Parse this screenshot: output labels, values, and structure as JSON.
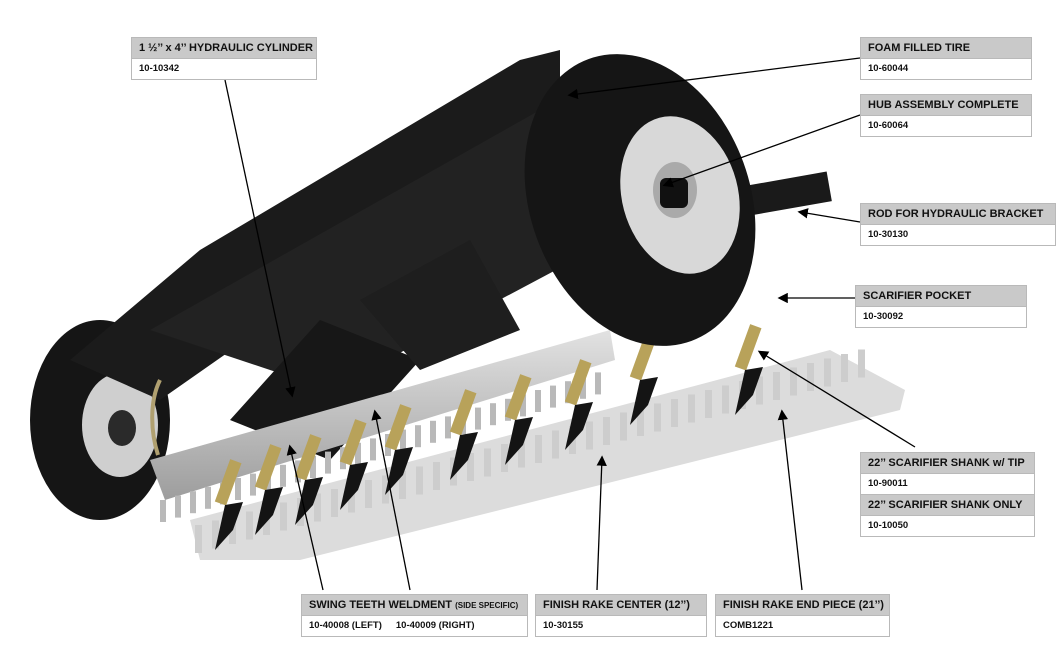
{
  "labels": {
    "cylinder": {
      "title": "1 ½’’ x 4’’ HYDRAULIC CYLINDER",
      "part": "10-10342"
    },
    "tire": {
      "title": "FOAM FILLED TIRE",
      "part": "10-60044"
    },
    "hub": {
      "title": "HUB ASSEMBLY COMPLETE",
      "part": "10-60064"
    },
    "rod": {
      "title": "ROD FOR HYDRAULIC BRACKET",
      "part": "10-30130"
    },
    "pocket": {
      "title": "SCARIFIER POCKET",
      "part": "10-30092"
    },
    "shank_tip": {
      "title": "22’’ SCARIFIER SHANK w/ TIP",
      "part": "10-90011"
    },
    "shank_only": {
      "title": "22’’ SCARIFIER SHANK ONLY",
      "part": "10-10050"
    },
    "swing": {
      "title": "SWING TEETH WELDMENT",
      "title_note": "(SIDE SPECIFIC)",
      "part_left": "10-40008 (LEFT)",
      "part_right": "10-40009 (RIGHT)"
    },
    "center": {
      "title": "FINISH RAKE CENTER (12’’)",
      "part": "10-30155"
    },
    "endpiece": {
      "title": "FINISH RAKE END PIECE (21’’)",
      "part": "COMB1221"
    }
  },
  "colors": {
    "frame": "#1b1b1b",
    "tire": "#151515",
    "rim": "#d8d8d8",
    "steel": "#c4c4c4",
    "shank": "#b8a25a",
    "header_bg": "#c9c9c9"
  }
}
